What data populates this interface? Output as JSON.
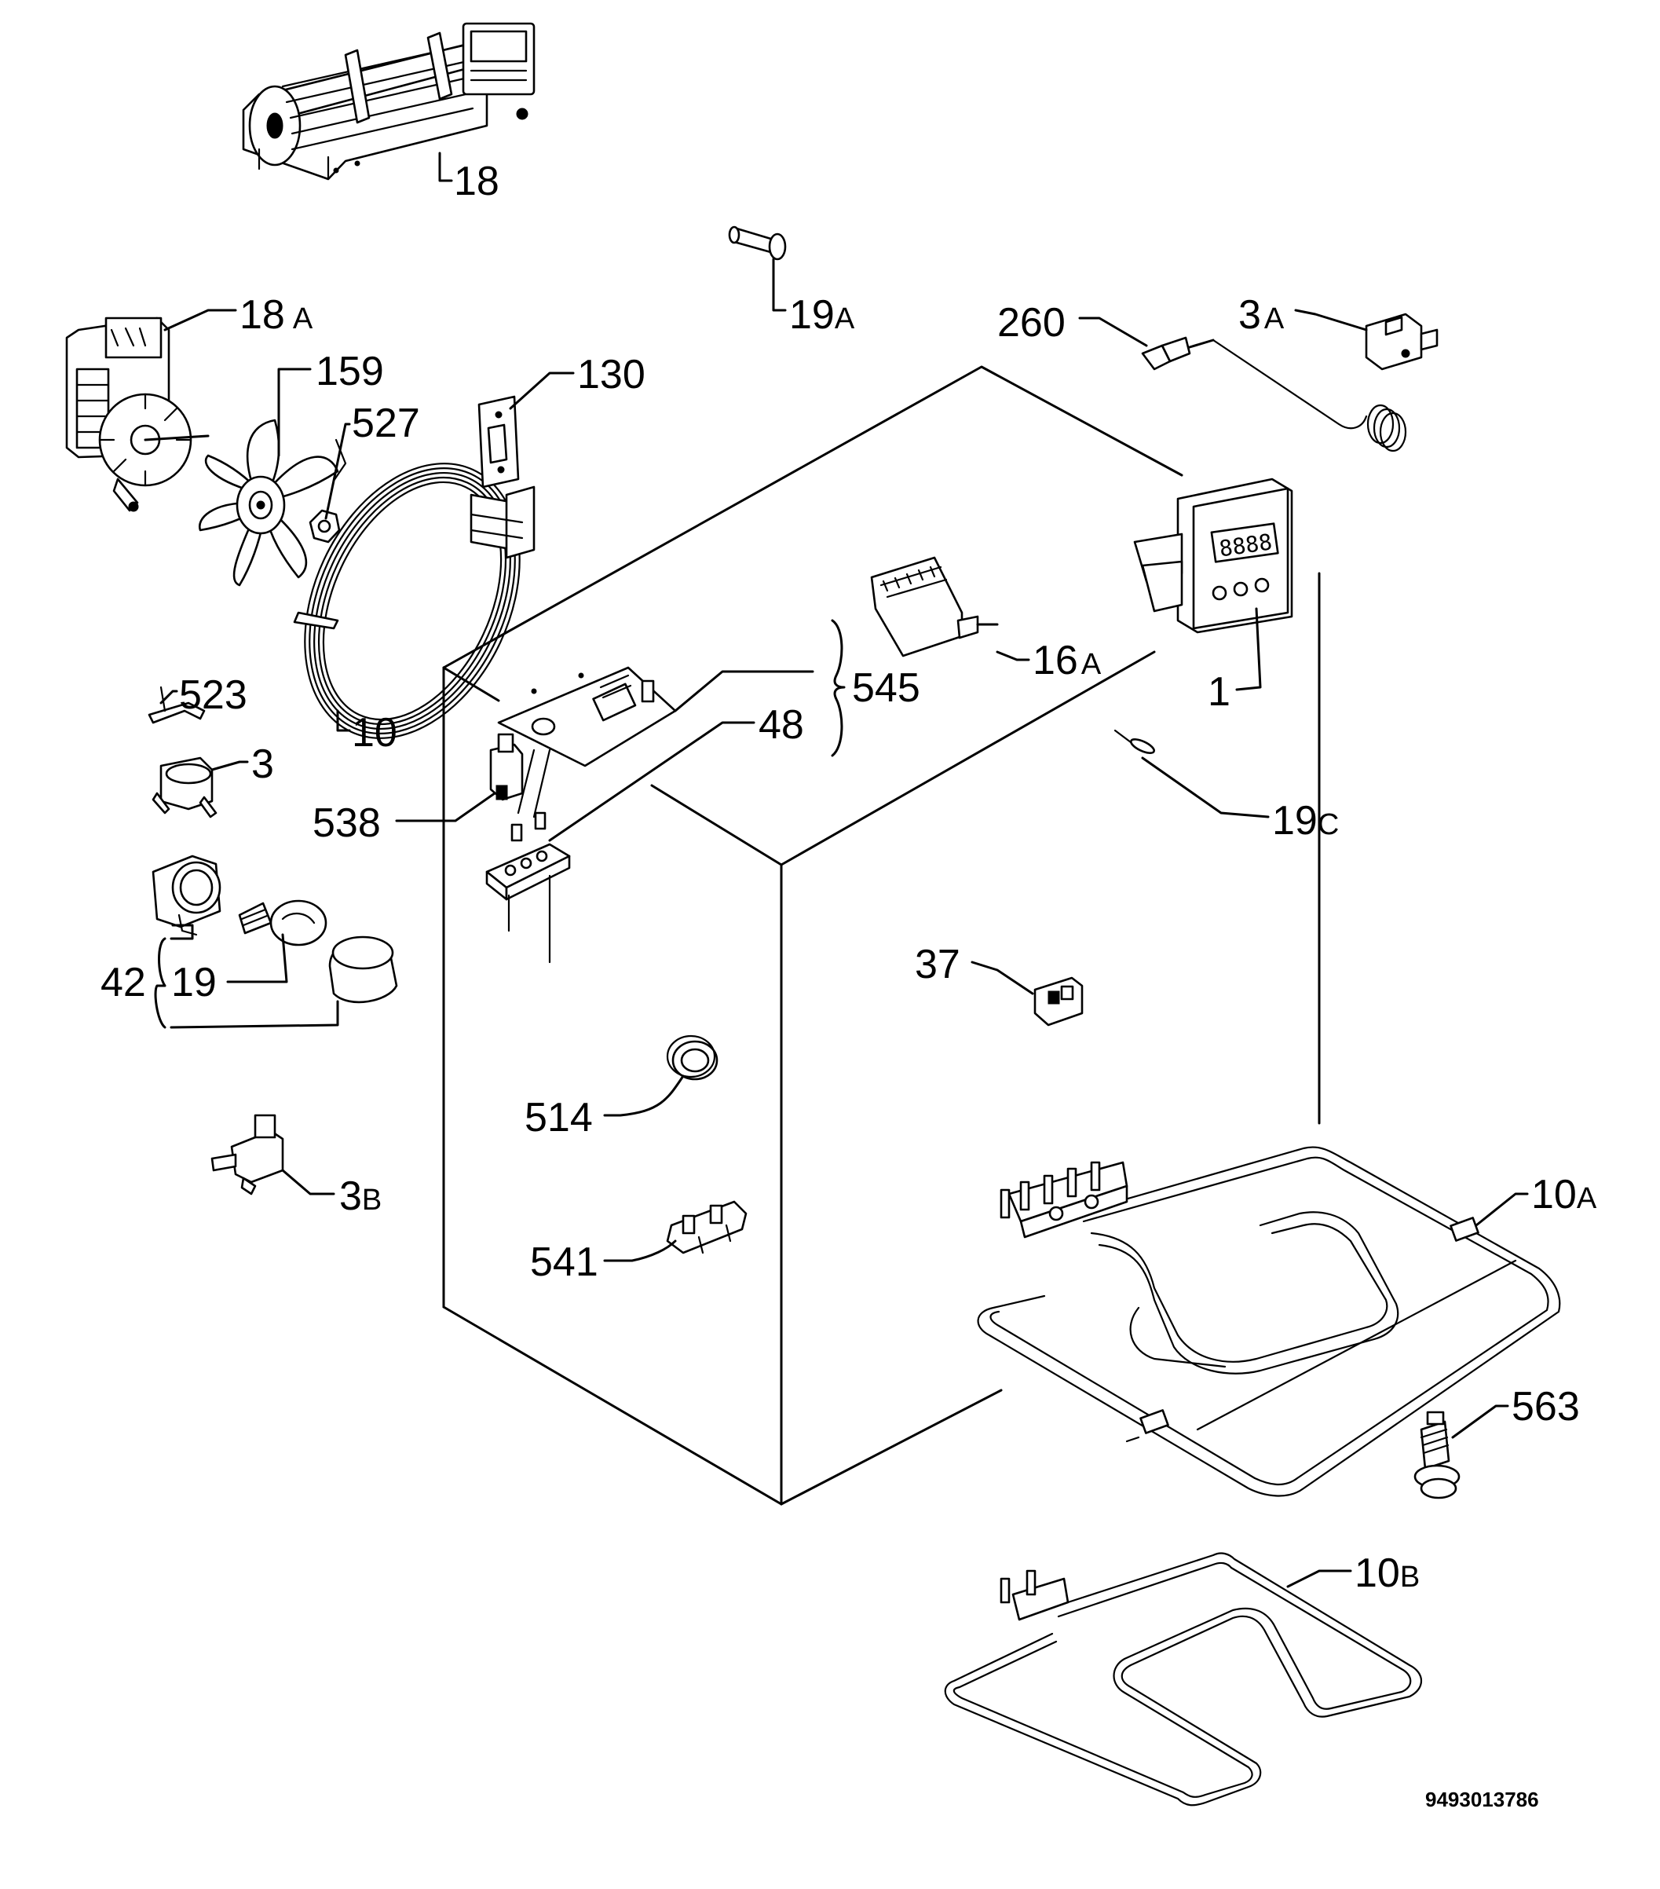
{
  "document_number": "9493013786",
  "callouts": {
    "c18": {
      "num": "18",
      "suffix": ""
    },
    "c19a": {
      "num": "19",
      "suffix": "A"
    },
    "c18a": {
      "num": "18",
      "suffix": "A"
    },
    "c260": {
      "num": "260",
      "suffix": ""
    },
    "c3a": {
      "num": "3",
      "suffix": "A"
    },
    "c159": {
      "num": "159",
      "suffix": ""
    },
    "c130": {
      "num": "130",
      "suffix": ""
    },
    "c527": {
      "num": "527",
      "suffix": ""
    },
    "c16a": {
      "num": "16",
      "suffix": "A"
    },
    "c545": {
      "num": "545",
      "suffix": ""
    },
    "c1": {
      "num": "1",
      "suffix": ""
    },
    "c523": {
      "num": "523",
      "suffix": ""
    },
    "c10": {
      "num": "10",
      "suffix": ""
    },
    "c48": {
      "num": "48",
      "suffix": ""
    },
    "c3": {
      "num": "3",
      "suffix": ""
    },
    "c538": {
      "num": "538",
      "suffix": ""
    },
    "c19c": {
      "num": "19",
      "suffix": "C"
    },
    "c42": {
      "num": "42",
      "suffix": ""
    },
    "c19": {
      "num": "19",
      "suffix": ""
    },
    "c37": {
      "num": "37",
      "suffix": ""
    },
    "c514": {
      "num": "514",
      "suffix": ""
    },
    "c3b": {
      "num": "3",
      "suffix": "B"
    },
    "c10a": {
      "num": "10",
      "suffix": "A"
    },
    "c541": {
      "num": "541",
      "suffix": ""
    },
    "c563": {
      "num": "563",
      "suffix": ""
    },
    "c10b": {
      "num": "10",
      "suffix": "B"
    }
  }
}
